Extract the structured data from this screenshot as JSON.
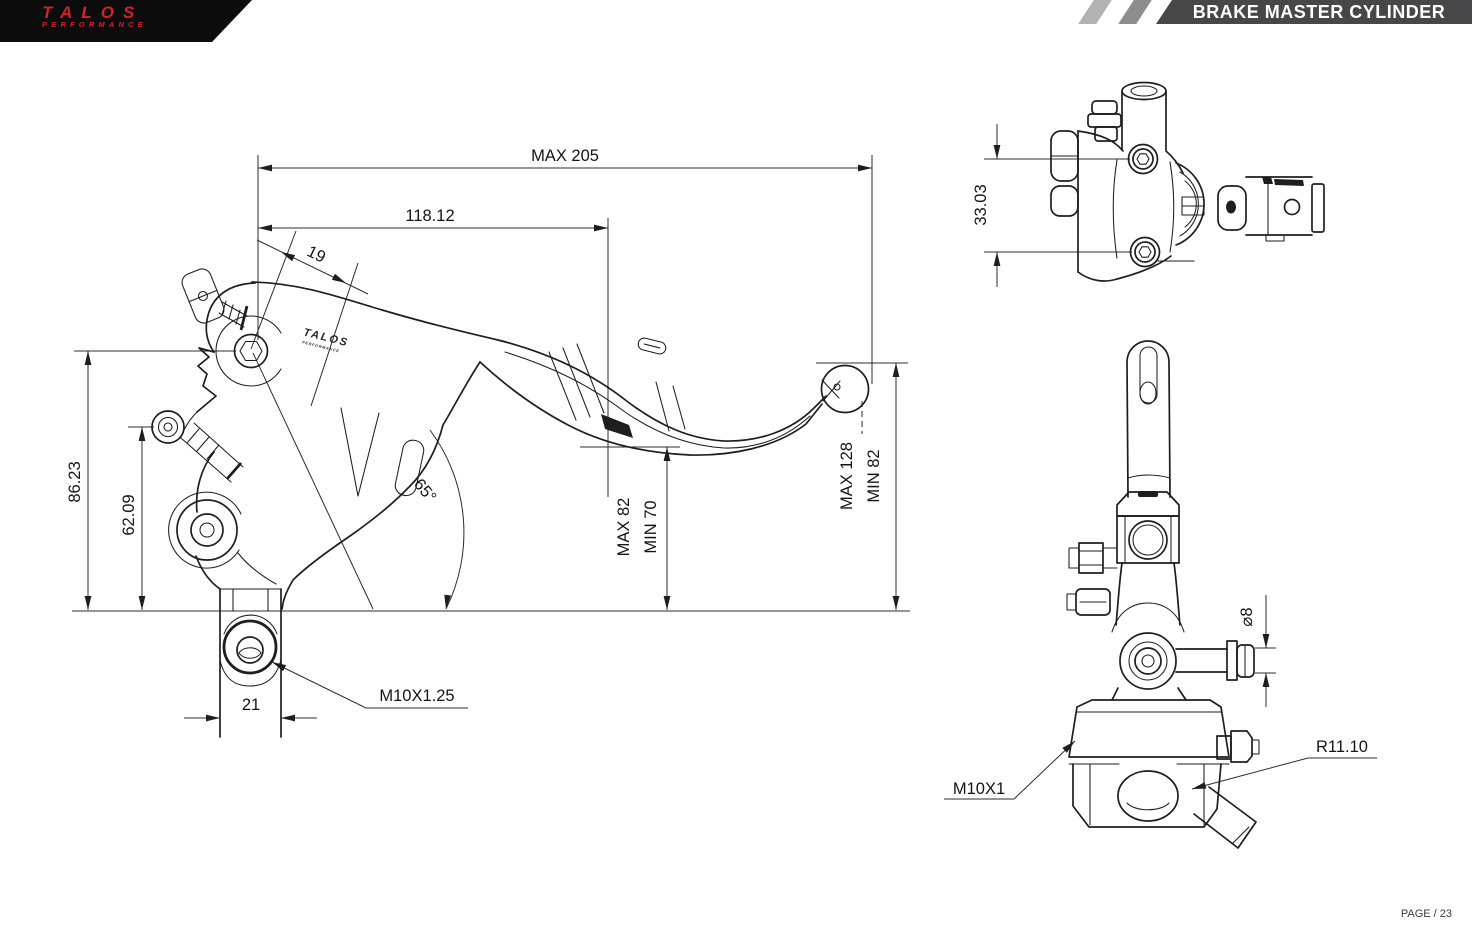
{
  "header": {
    "logo_brand": "TALOS",
    "logo_sub": "PERFORMANCE",
    "title": "BRAKE MASTER CYLINDER"
  },
  "footer": {
    "page": "PAGE / 23"
  },
  "side_view": {
    "engraving_brand": "TALOS",
    "engraving_sub": "PERFORMANCE",
    "dims": {
      "overall_length": "MAX 205",
      "pivot_to_blade": "118.12",
      "adjuster_offset": "19",
      "body_height": "86.23",
      "outlet_height": "62.09",
      "fold_angle": "65°",
      "grip_reach_max": "MAX 82",
      "grip_reach_min": "MIN 70",
      "tip_reach_max": "MAX 128",
      "tip_reach_min": "MIN 82",
      "clamp_width": "21",
      "mount_thread": "M10X1.25"
    }
  },
  "top_view": {
    "dims": {
      "screw_spacing": "33.03"
    }
  },
  "front_view": {
    "dims": {
      "outlet_diameter": "⌀8",
      "knuckle_radius": "R11.10",
      "banjo_thread": "M10X1"
    }
  }
}
